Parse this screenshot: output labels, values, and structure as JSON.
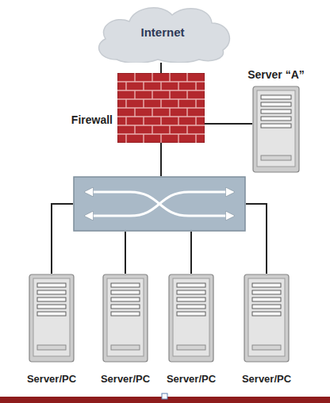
{
  "diagram": {
    "nodes": [
      {
        "text": [
          "Internet"
        ]
      },
      {
        "text": [
          "Firewall"
        ]
      },
      {
        "text": [
          "Server “A”"
        ]
      },
      {
        "text": []
      },
      {
        "text": [
          "Server/PC"
        ]
      },
      {
        "text": [
          "Server/PC"
        ]
      },
      {
        "text": [
          "Server/PC"
        ]
      },
      {
        "text": [
          "Server/PC"
        ]
      }
    ],
    "edges": [
      {
        "from": 0,
        "to": 1,
        "arrow": "none"
      },
      {
        "from": 1,
        "to": 2,
        "arrow": "none"
      },
      {
        "from": 1,
        "to": 3,
        "arrow": "none"
      },
      {
        "from": 3,
        "to": 4,
        "arrow": "none"
      },
      {
        "from": 3,
        "to": 5,
        "arrow": "none"
      },
      {
        "from": 3,
        "to": 6,
        "arrow": "none"
      },
      {
        "from": 3,
        "to": 7,
        "arrow": "none"
      }
    ]
  }
}
